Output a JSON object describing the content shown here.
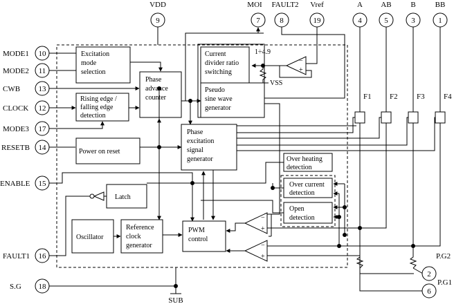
{
  "pins": {
    "vdd": {
      "label": "VDD",
      "num": "9"
    },
    "moi": {
      "label": "MOI",
      "num": "7"
    },
    "fault2": {
      "label": "FAULT2",
      "num": "8"
    },
    "vref": {
      "label": "Vref",
      "num": "19"
    },
    "a": {
      "label": "A",
      "num": "4"
    },
    "ab": {
      "label": "AB",
      "num": "5"
    },
    "b": {
      "label": "B",
      "num": "3"
    },
    "bb": {
      "label": "BB",
      "num": "1"
    },
    "mode1": {
      "label": "MODE1",
      "num": "10"
    },
    "mode2": {
      "label": "MODE2",
      "num": "11"
    },
    "cwb": {
      "label": "CWB",
      "num": "13"
    },
    "clock": {
      "label": "CLOCK",
      "num": "12"
    },
    "mode3": {
      "label": "MODE3",
      "num": "17"
    },
    "resetb": {
      "label": "RESETB",
      "num": "14"
    },
    "enable": {
      "label": "ENABLE",
      "num": "15"
    },
    "fault1": {
      "label": "FAULT1",
      "num": "16"
    },
    "sg": {
      "label": "S.G",
      "num": "18"
    },
    "pg2": {
      "label": "P.G2",
      "num": "2"
    },
    "pg1": {
      "label": "P.G1",
      "num": "6"
    },
    "sub": {
      "label": "SUB"
    }
  },
  "blocks": {
    "excitation": [
      "Excitation",
      "mode",
      "selection"
    ],
    "edge": [
      "Rising edge /",
      "falling edge",
      "detection"
    ],
    "phase_adv": [
      "Phase",
      "advance",
      "counter"
    ],
    "divider": [
      "Current",
      "divider ratio",
      "switching"
    ],
    "pseudo": [
      "Pseudo",
      "sine wave",
      "generator"
    ],
    "phase_exc": [
      "Phase",
      "excitation",
      "signal",
      "generator"
    ],
    "por": [
      "Power on reset"
    ],
    "overheat": [
      "Over heating",
      "detection"
    ],
    "overcurrent": [
      "Over current",
      "detection"
    ],
    "open": [
      "Open",
      "detection"
    ],
    "latch": [
      "Latch"
    ],
    "oscillator": [
      "Oscillator"
    ],
    "refclk": [
      "Reference",
      "clock",
      "generator"
    ],
    "pwm": [
      "PWM",
      "control"
    ]
  },
  "labels": {
    "ratio": "1÷4.9",
    "vss": "VSS",
    "f1": "F1",
    "f2": "F2",
    "f3": "F3",
    "f4": "F4"
  }
}
